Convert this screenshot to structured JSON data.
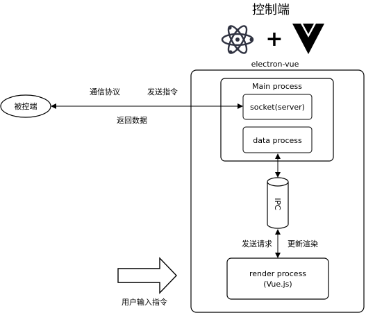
{
  "title": "控制端",
  "plus": "+",
  "icons": {
    "electron": "electron-atom-icon",
    "vue": "vue-logo-icon"
  },
  "container": {
    "label": "electron-vue"
  },
  "main_process": {
    "label": "Main process",
    "socket": "socket(server)",
    "data": "data process"
  },
  "ipc": {
    "label": "IPC"
  },
  "render": {
    "line1": "render process",
    "line2": "(Vue.js)"
  },
  "controlled": {
    "label": "被控端"
  },
  "edges": {
    "protocol": "通信协议",
    "send_command": "发送指令",
    "return_data": "返回数据",
    "send_request": "发送请求",
    "update_render": "更新渲染",
    "user_input": "用户输入指令"
  }
}
